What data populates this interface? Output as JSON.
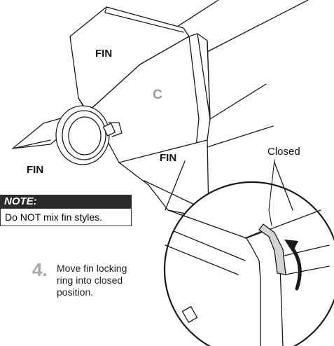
{
  "labels": {
    "fin_top": "FIN",
    "fin_left": "FIN",
    "fin_right": "FIN",
    "part_c": "C",
    "closed": "Closed"
  },
  "note": {
    "heading": "NOTE:",
    "text": "Do NOT mix fin styles."
  },
  "step": {
    "number": "4.",
    "text": "Move fin locking ring into closed position."
  },
  "colors": {
    "line": "#1a1a1a",
    "fill": "#ffffff",
    "shade": "#e6e6e6",
    "accent_grey": "#a8a8a8"
  }
}
